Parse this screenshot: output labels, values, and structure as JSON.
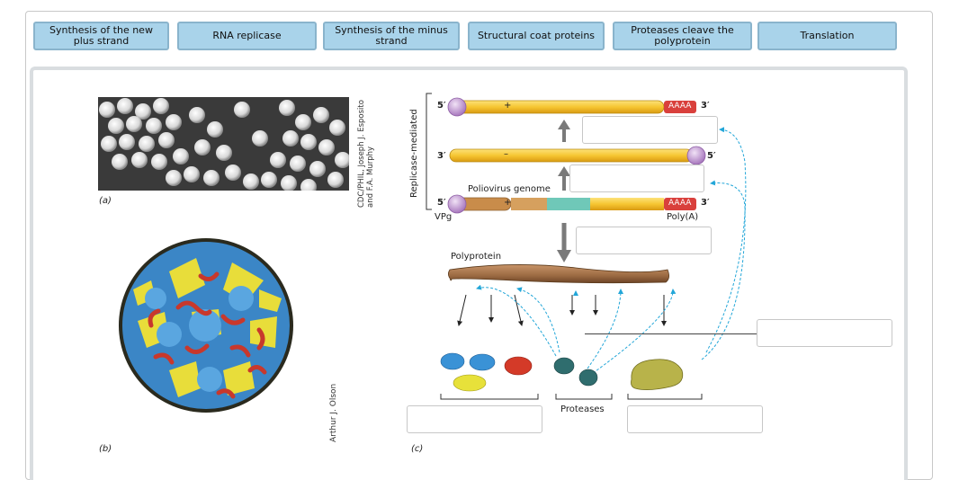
{
  "tiles": [
    {
      "label": "Synthesis of the new plus strand"
    },
    {
      "label": "RNA replicase"
    },
    {
      "label": "Synthesis of the minus strand"
    },
    {
      "label": "Structural coat proteins"
    },
    {
      "label": "Proteases cleave the polyprotein"
    },
    {
      "label": "Translation"
    }
  ],
  "figure": {
    "panel_a": "(a)",
    "panel_b": "(b)",
    "panel_c": "(c)",
    "credit_a": "CDC/PHIL, Joseph J. Esposito and F.A. Murphy",
    "credit_b": "Arthur J. Olson",
    "side_label": "Replicase-mediated",
    "five_prime": "5′",
    "three_prime": "3′",
    "plus": "+",
    "minus": "–",
    "poly_a_tail": "AAAA",
    "genome_label": "Poliovirus genome",
    "vpg": "VPg",
    "poly_a": "Poly(A)",
    "polyprotein": "Polyprotein",
    "proteases": "Proteases"
  },
  "colors": {
    "tile_bg": "#a9d3ea",
    "strand_yellow": "#f6c632",
    "polyA_red": "#d9403c",
    "cap_purple": "#c49bd4",
    "arrow_blue": "#22a6d8",
    "polyprotein_brown": "#9c6b43"
  }
}
